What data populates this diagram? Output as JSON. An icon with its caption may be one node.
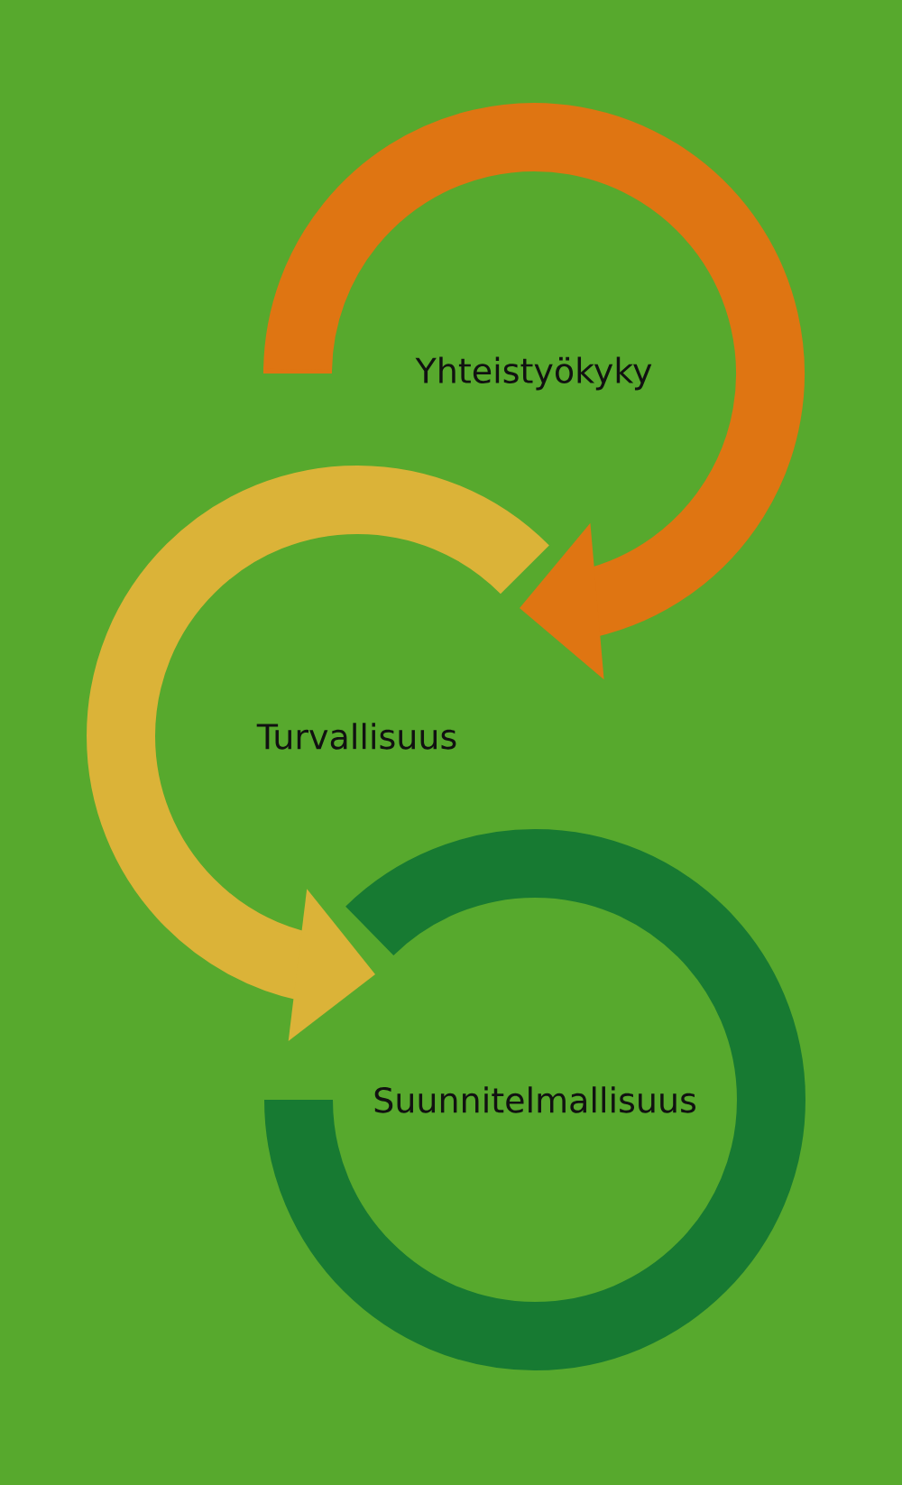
{
  "diagram": {
    "nodes": [
      {
        "text": [
          "Yhteistyökyky"
        ]
      },
      {
        "text": [
          "Turvallisuus"
        ]
      },
      {
        "text": [
          "Suunnitelmallisuus"
        ]
      }
    ]
  }
}
